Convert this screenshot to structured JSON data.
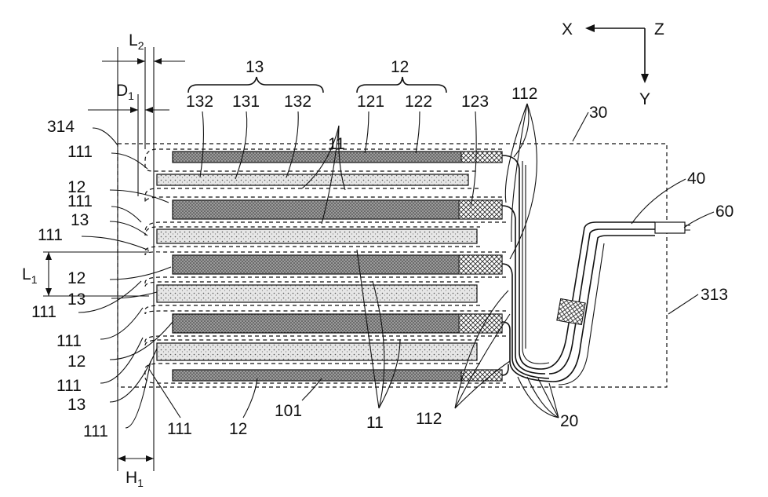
{
  "axes": {
    "x": "X",
    "y": "Y",
    "z": "Z"
  },
  "groups": {
    "g13": {
      "label": "13",
      "parts": [
        "132",
        "131",
        "132"
      ]
    },
    "g12": {
      "label": "12",
      "parts": [
        "121",
        "122"
      ]
    }
  },
  "dims": {
    "L": "L",
    "L2_sub": "2",
    "L1_sub": "1",
    "D": "D",
    "D1_sub": "1",
    "H": "H",
    "H1_sub": "1"
  },
  "left_labels": [
    "314",
    "111",
    "12",
    "111",
    "13",
    "111",
    "12",
    "111",
    "13",
    "111",
    "12",
    "111",
    "13",
    "111"
  ],
  "right_labels": {
    "r123": "123",
    "r112_top": "112",
    "r30": "30",
    "r40": "40",
    "r60": "60",
    "r313": "313",
    "r20": "20"
  },
  "top_labels": {
    "t11": "11"
  },
  "bottom_labels": {
    "b111": "111",
    "b12": "12",
    "b101": "101",
    "b11": "11",
    "b112": "112"
  },
  "colors": {
    "ink": "#111111",
    "plate_fill": "#d9d9d9",
    "plate_dark": "#bdbdbd"
  }
}
